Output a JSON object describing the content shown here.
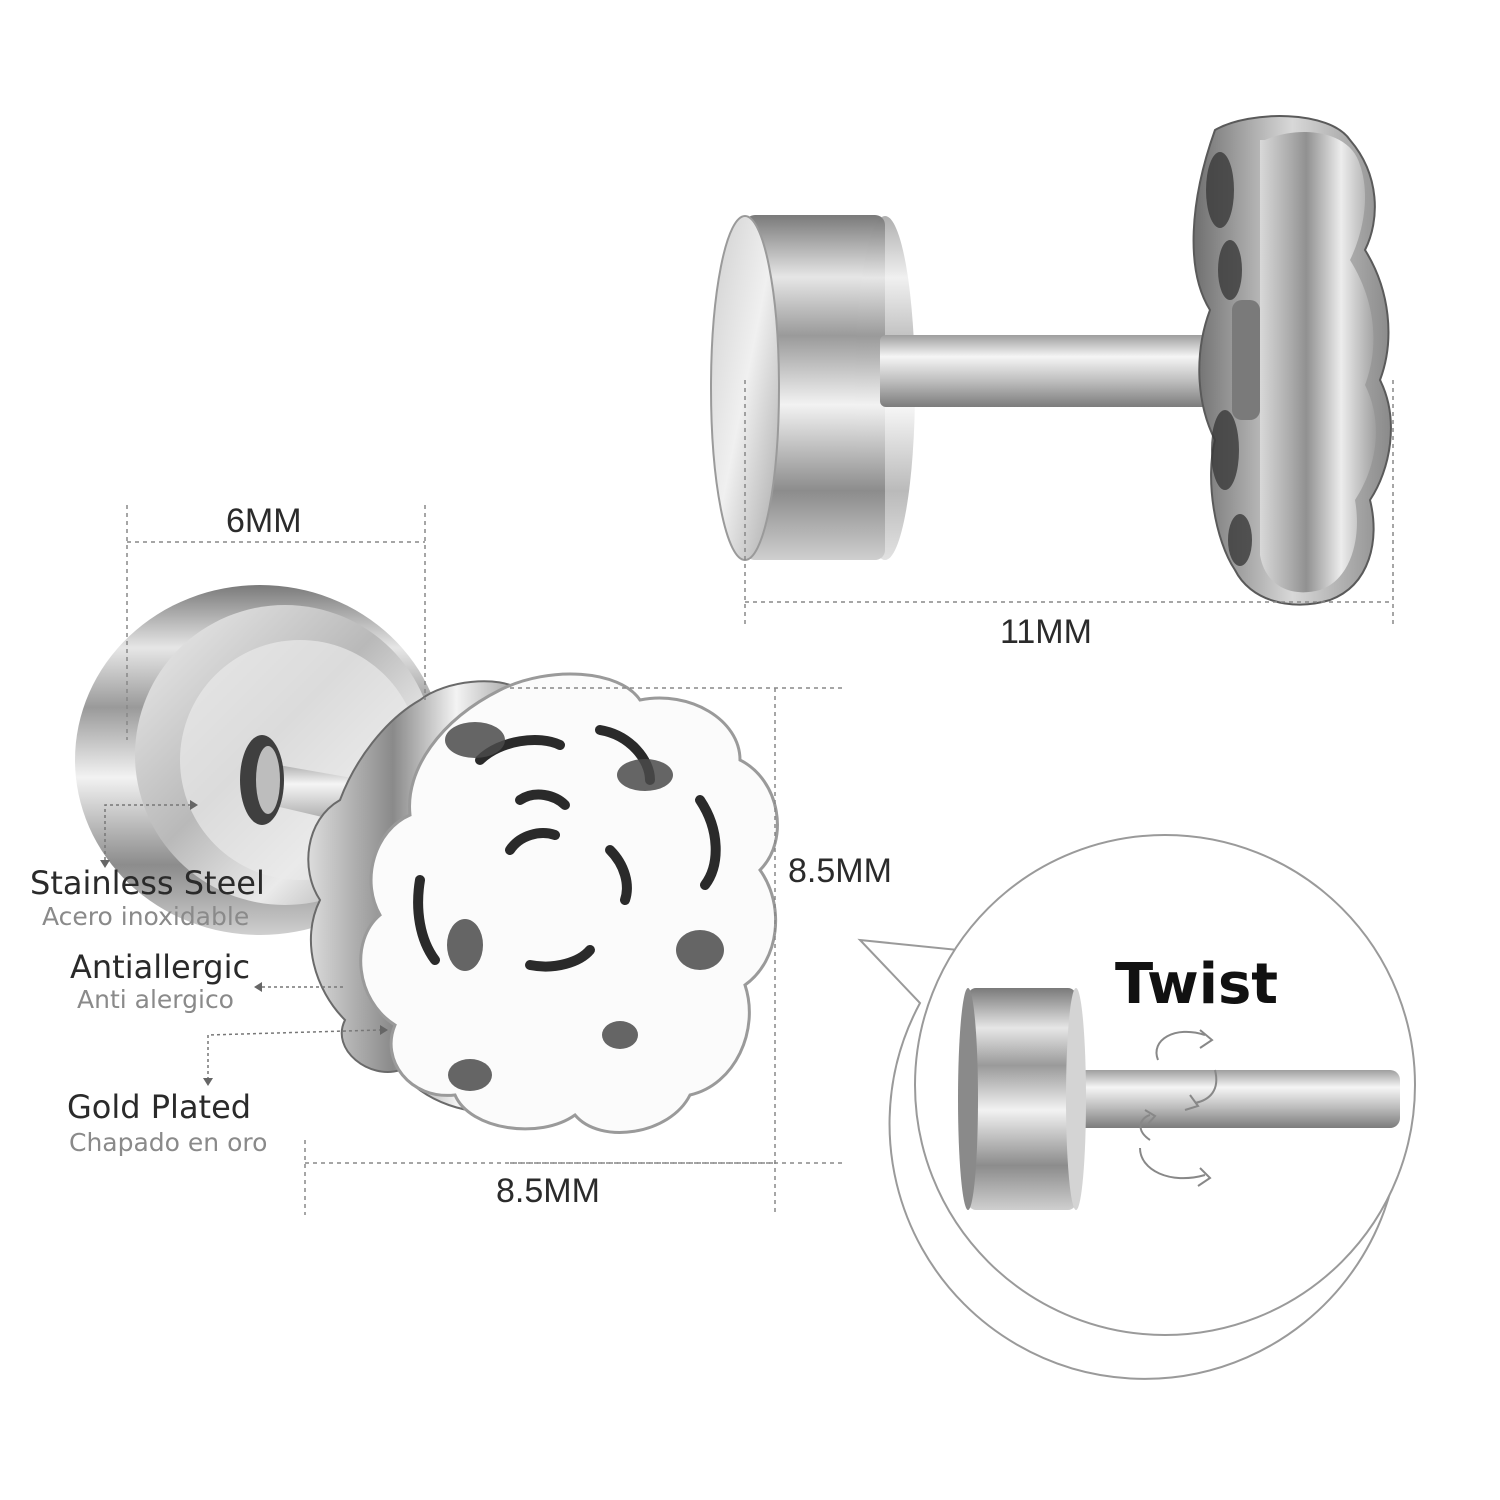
{
  "dimensions": {
    "head_diameter": "6MM",
    "bar_length": "11MM",
    "flower_height": "8.5MM",
    "flower_width": "8.5MM"
  },
  "features": [
    {
      "title": "Stainless Steel",
      "subtitle": "Acero inoxidable"
    },
    {
      "title": "Antiallergic",
      "subtitle": "Anti alergico"
    },
    {
      "title": "Gold Plated",
      "subtitle": "Chapado en oro"
    }
  ],
  "callout": {
    "label": "Twist"
  },
  "colors": {
    "metal_light": "#f4f4f4",
    "metal_mid": "#bdbdbd",
    "metal_dark": "#6e6e6e",
    "guide": "#888888"
  }
}
